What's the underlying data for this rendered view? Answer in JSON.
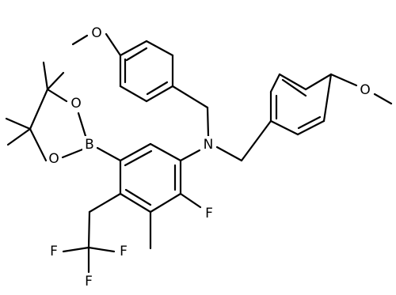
{
  "molecule": {
    "atoms": {
      "o_top": "O",
      "o_right": "O",
      "n": "N",
      "b": "B",
      "o_bor_upper": "O",
      "o_bor_lower": "O",
      "f_ring": "F",
      "f_left": "F",
      "f_right": "F",
      "f_bottom": "F"
    }
  }
}
